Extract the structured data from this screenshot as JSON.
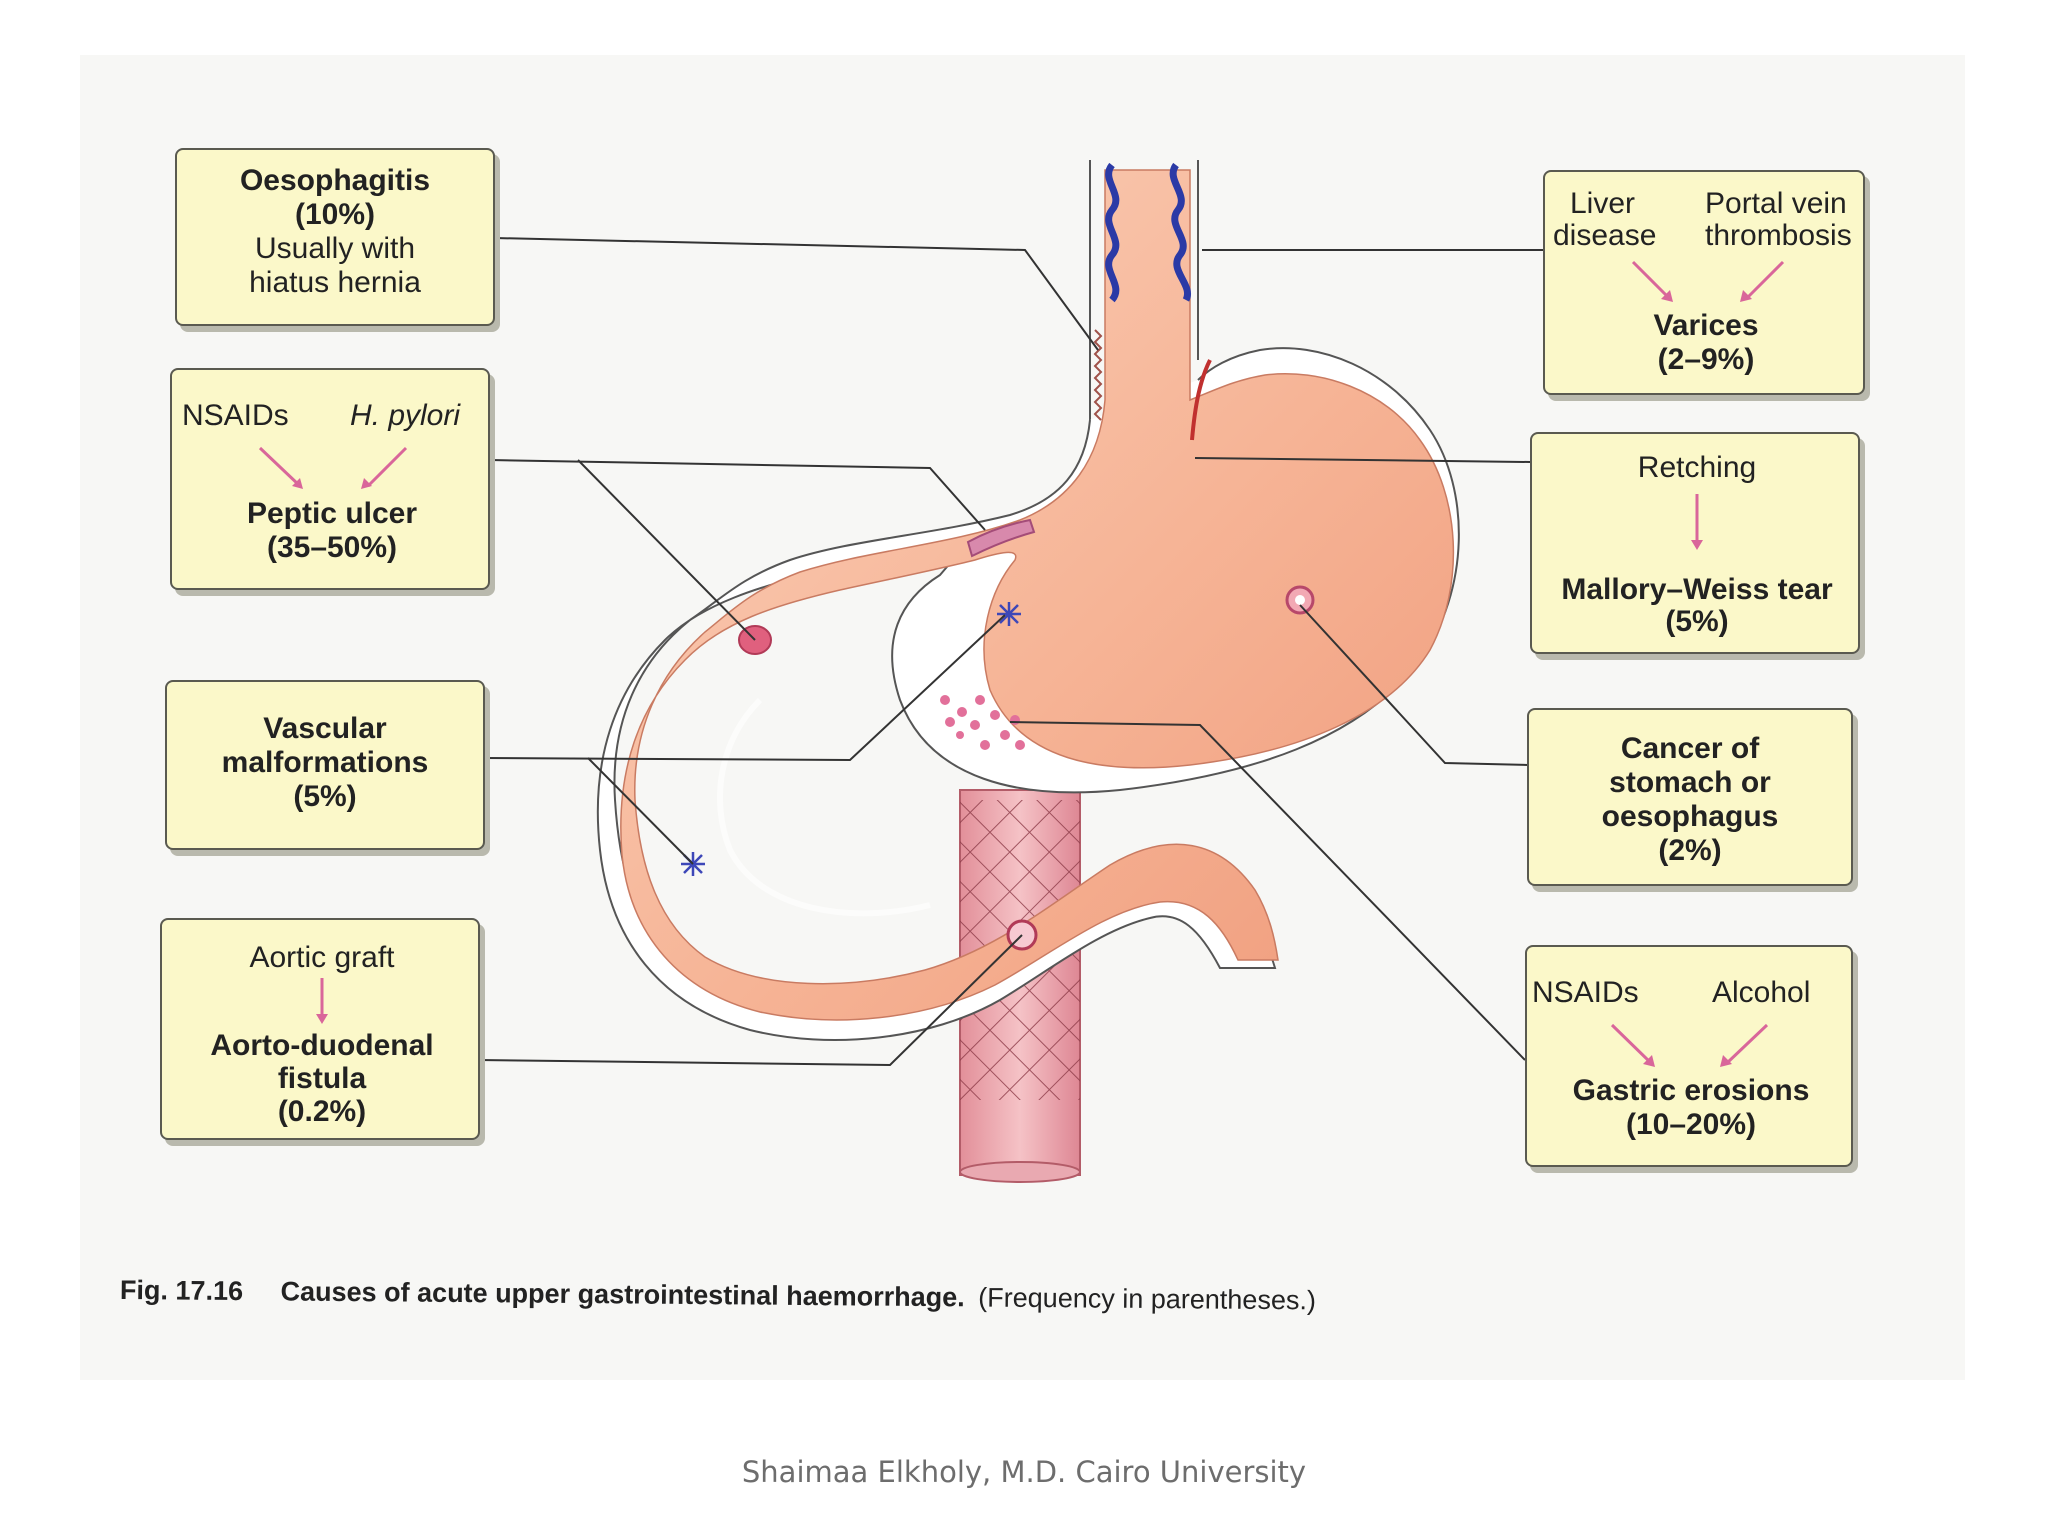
{
  "boxes": {
    "oesophagitis": {
      "title": "Oesophagitis",
      "freq": "(10%)",
      "note_1": "Usually with",
      "note_2": "hiatus hernia"
    },
    "peptic_ulcer": {
      "cause_1": "NSAIDs",
      "cause_2": "H. pylori",
      "title": "Peptic ulcer",
      "freq": "(35–50%)"
    },
    "vascular": {
      "title_1": "Vascular",
      "title_2": "malformations",
      "freq": "(5%)"
    },
    "aortic": {
      "cause": "Aortic graft",
      "title_1": "Aorto-duodenal",
      "title_2": "fistula",
      "freq": "(0.2%)"
    },
    "varices": {
      "cause_1a": "Liver",
      "cause_1b": "disease",
      "cause_2a": "Portal vein",
      "cause_2b": "thrombosis",
      "title": "Varices",
      "freq": "(2–9%)"
    },
    "mallory": {
      "cause": "Retching",
      "title": "Mallory–Weiss tear",
      "freq": "(5%)"
    },
    "cancer": {
      "title_1": "Cancer of",
      "title_2": "stomach or",
      "title_3": "oesophagus",
      "freq": "(2%)"
    },
    "erosions": {
      "cause_1": "NSAIDs",
      "cause_2": "Alcohol",
      "title": "Gastric erosions",
      "freq": "(10–20%)"
    }
  },
  "caption": {
    "fig_number": "Fig. 17.16",
    "title": "Causes of acute upper gastrointestinal haemorrhage.",
    "note": "(Frequency in parentheses.)"
  },
  "credit": "Shaimaa Elkholy, M.D. Cairo University",
  "colors": {
    "box_fill": "#fbf8c9",
    "stomach_fill": "#f7b89c",
    "arrow": "#d9669a",
    "varix": "#2b3aa6"
  }
}
